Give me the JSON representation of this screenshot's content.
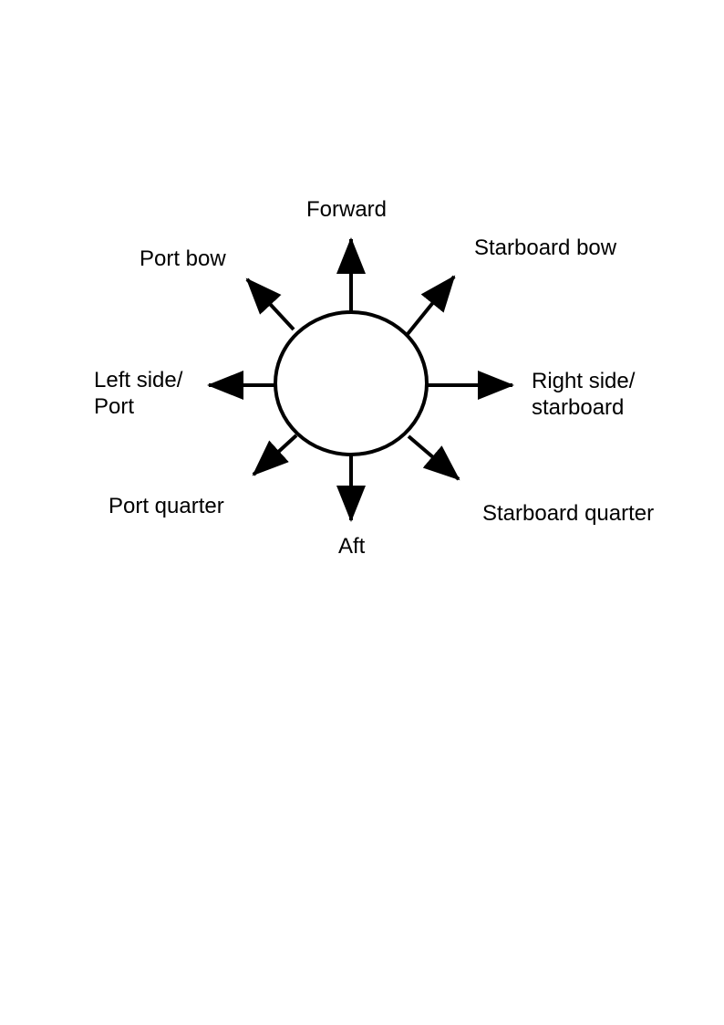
{
  "diagram": {
    "labels": {
      "forward": "Forward",
      "starboard_bow": "Starboard bow",
      "port_bow": "Port bow",
      "left_side_line1": "Left side/",
      "left_side_line2": "Port",
      "right_side_line1": "Right side/",
      "right_side_line2": "starboard",
      "port_quarter": "Port quarter",
      "starboard_quarter": "Starboard quarter",
      "aft": "Aft"
    },
    "colors": {
      "stroke": "#000000",
      "fill": "#ffffff",
      "text": "#000000"
    }
  }
}
